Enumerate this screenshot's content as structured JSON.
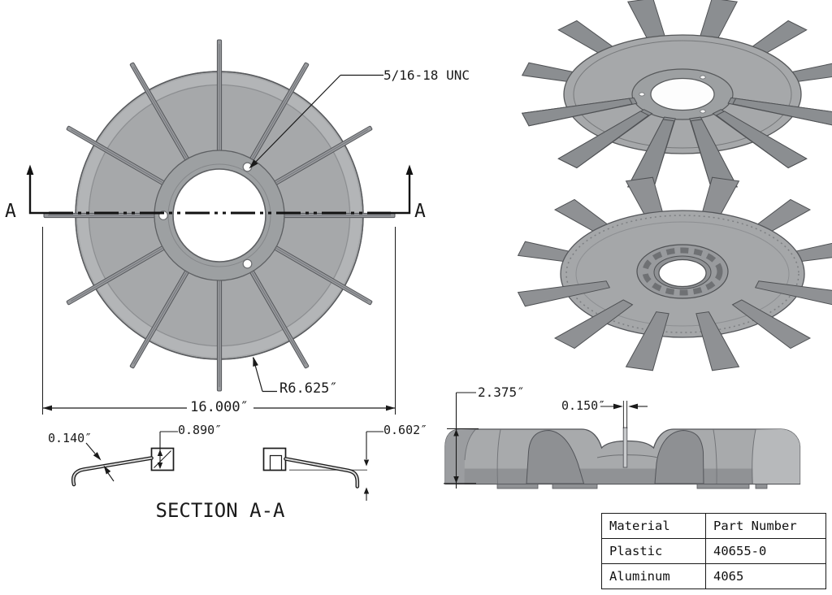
{
  "labels": {
    "thread_callout": "5/16-18 UNC",
    "radius_callout": "R6.625″",
    "overall_diameter": "16.000″",
    "blade_thickness_section": "0.140″",
    "hub_height": "0.890″",
    "tip_height": "0.602″",
    "overall_height": "2.375″",
    "blade_thickness_side": "0.150″",
    "section_title": "SECTION A-A",
    "section_marker_left": "A",
    "section_marker_right": "A"
  },
  "table": {
    "headers": [
      "Material",
      "Part Number"
    ],
    "rows": [
      [
        "Plastic",
        "40655-0"
      ],
      [
        "Aluminum",
        "4065"
      ]
    ]
  },
  "colors": {
    "part_fill": "#a6a8aa",
    "part_shadow": "#8e9093",
    "part_light": "#b7b9bb",
    "line": "#1a1a1a",
    "background": "#ffffff"
  }
}
